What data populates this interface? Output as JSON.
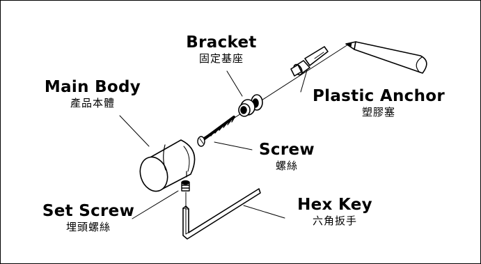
{
  "parts": {
    "bracket": {
      "name": "Bracket",
      "name_zh": "固定基座"
    },
    "main_body": {
      "name": "Main Body",
      "name_zh": "產品本體"
    },
    "plastic_anchor": {
      "name": "Plastic Anchor",
      "name_zh": "塑膠塞"
    },
    "screw": {
      "name": "Screw",
      "name_zh": "螺絲"
    },
    "set_screw": {
      "name": "Set Screw",
      "name_zh": "埋頭螺絲"
    },
    "hex_key": {
      "name": "Hex Key",
      "name_zh": "六角扳手"
    }
  },
  "colors": {
    "ink": "#000000",
    "background": "#ffffff"
  }
}
